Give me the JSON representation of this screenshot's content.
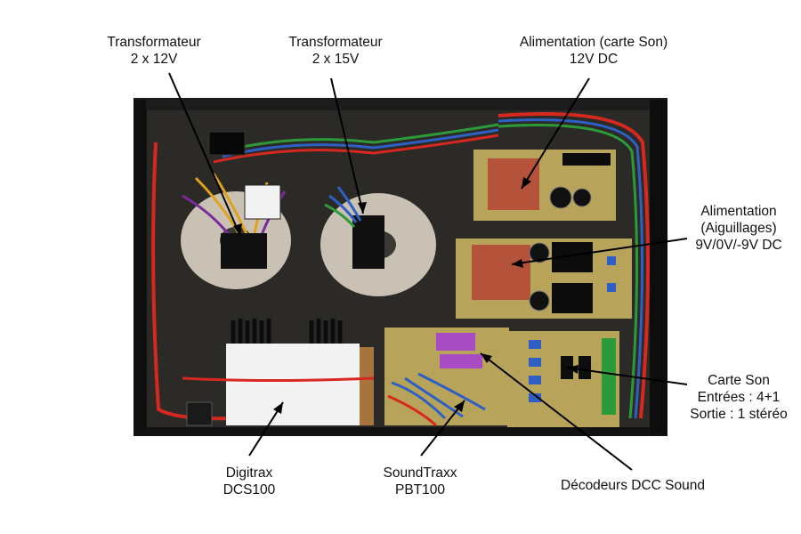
{
  "labels": {
    "transfo_12v": [
      "Transformateur",
      "2 x 12V"
    ],
    "transfo_15v": [
      "Transformateur",
      "2 x 15V"
    ],
    "alim_son": [
      "Alimentation (carte Son)",
      "12V DC"
    ],
    "alim_aiguillages": [
      "Alimentation",
      "(Aiguillages)",
      "9V/0V/-9V DC"
    ],
    "carte_son": [
      "Carte Son",
      "Entrées : 4+1",
      "Sortie : 1 stéréo"
    ],
    "digitrax": [
      "Digitrax",
      "DCS100"
    ],
    "soundtraxx": [
      "SoundTraxx",
      "PBT100"
    ],
    "decodeurs": [
      "Décodeurs DCC Sound"
    ]
  },
  "colors": {
    "chassis": "#1a1a1a",
    "chassis_floor": "#2b2a26",
    "toroid": "#c9c2b4",
    "pcb": "#b8a35a",
    "transformer_red": "#b4533a",
    "heatsink": "#0c0c0c",
    "wire_red": "#d6281e",
    "wire_blue": "#2d5fc4",
    "wire_green": "#2d9a3a",
    "leader_line": "#000000"
  }
}
